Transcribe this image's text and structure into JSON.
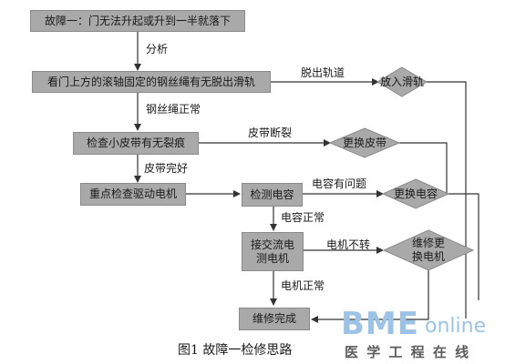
{
  "nodes": {
    "start": "故障一：门无法升起或升到一半就落下",
    "check_rope": "看门上方的滚轴固定的钢丝绳有无脱出滑轨",
    "check_belt": "检查小皮带有无裂痕",
    "check_motor": "重点检查驱动电机",
    "detect_cap": "检测电容",
    "ac_test_line1": "接交流电",
    "ac_test_line2": "测电机",
    "done": "维修完成",
    "put_rail": "放入滑轨",
    "replace_belt": "更换皮带",
    "replace_cap": "更换电容",
    "repair_motor_line1": "维修更",
    "repair_motor_line2": "换电机"
  },
  "edges": {
    "analysis": "分析",
    "rope_out": "脱出轨道",
    "rope_ok": "钢丝绳正常",
    "belt_broken": "皮带断裂",
    "belt_ok": "皮带完好",
    "cap_problem": "电容有问题",
    "cap_ok": "电容正常",
    "motor_not_turn": "电机不转",
    "motor_ok": "电机正常"
  },
  "caption": "图1 故障一检修思路",
  "logo": {
    "brand": "BME",
    "suffix": "online",
    "subtitle": "医 学 工 程 在 线",
    "color": "#6fa8dc"
  },
  "colors": {
    "box": "#a9a9a9",
    "line": "#333333"
  }
}
